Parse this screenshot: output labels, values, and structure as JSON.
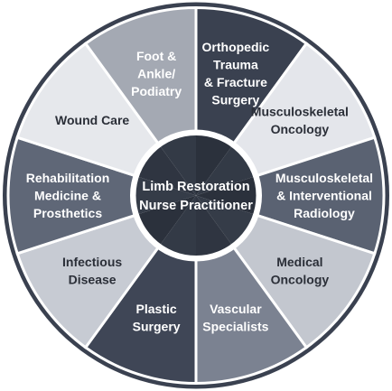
{
  "hub": {
    "lines": [
      "Limb Restoration",
      "Nurse Practitioner"
    ],
    "fill": "#2e3440",
    "text_color": "#ffffff"
  },
  "segments": [
    {
      "lines": [
        "Orthopedic",
        "Trauma",
        "& Fracture",
        "Surgery"
      ],
      "fill": "#3a4150",
      "text_color": "#ffffff"
    },
    {
      "lines": [
        "Musculoskeletal",
        "Oncology"
      ],
      "fill": "#e4e6eb",
      "text_color": "#2b2f38"
    },
    {
      "lines": [
        "Musculoskeletal",
        "& Interventional",
        "Radiology"
      ],
      "fill": "#5a6272",
      "text_color": "#ffffff"
    },
    {
      "lines": [
        "Medical",
        "Oncology"
      ],
      "fill": "#c3c7cf",
      "text_color": "#2b2f38"
    },
    {
      "lines": [
        "Vascular",
        "Specialists"
      ],
      "fill": "#7b8291",
      "text_color": "#ffffff"
    },
    {
      "lines": [
        "Plastic",
        "Surgery"
      ],
      "fill": "#3f4656",
      "text_color": "#ffffff"
    },
    {
      "lines": [
        "Infectious",
        "Disease"
      ],
      "fill": "#c7cbd3",
      "text_color": "#2b2f38"
    },
    {
      "lines": [
        "Rehabilitation",
        "Medicine &",
        "Prosthetics"
      ],
      "fill": "#5f6777",
      "text_color": "#ffffff"
    },
    {
      "lines": [
        "Wound Care"
      ],
      "fill": "#e6e8ec",
      "text_color": "#2b2f38"
    },
    {
      "lines": [
        "Foot &",
        "Ankle/",
        "Podiatry"
      ],
      "fill": "#a4a9b3",
      "text_color": "#ffffff"
    }
  ],
  "colors": {
    "ring": "#3a4150",
    "divider": "#ffffff"
  }
}
